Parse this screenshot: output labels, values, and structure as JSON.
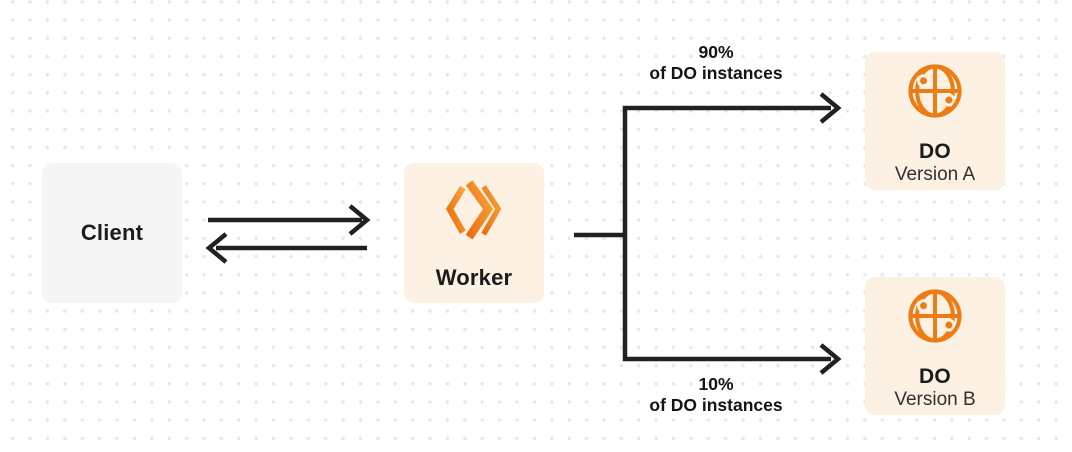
{
  "diagram": {
    "nodes": {
      "client": {
        "label": "Client"
      },
      "worker": {
        "label": "Worker"
      },
      "do_a": {
        "title": "DO",
        "subtitle": "Version A"
      },
      "do_b": {
        "title": "DO",
        "subtitle": "Version B"
      }
    },
    "edges": {
      "to_version_a": {
        "percent": "90%",
        "caption": "of DO instances"
      },
      "to_version_b": {
        "percent": "10%",
        "caption": "of DO instances"
      }
    },
    "icons": {
      "worker": "workers-chevron-logo",
      "durable_object": "globe-icon"
    },
    "colors": {
      "accent_orange": "#F6821F",
      "logo_gradient_start": "#EA6D10",
      "logo_gradient_end": "#F9A33A",
      "box_cream": "#FCF1E3",
      "box_gray": "#F5F5F6",
      "line_dark": "#212121",
      "dot_grid": "#E6E6E6"
    }
  }
}
